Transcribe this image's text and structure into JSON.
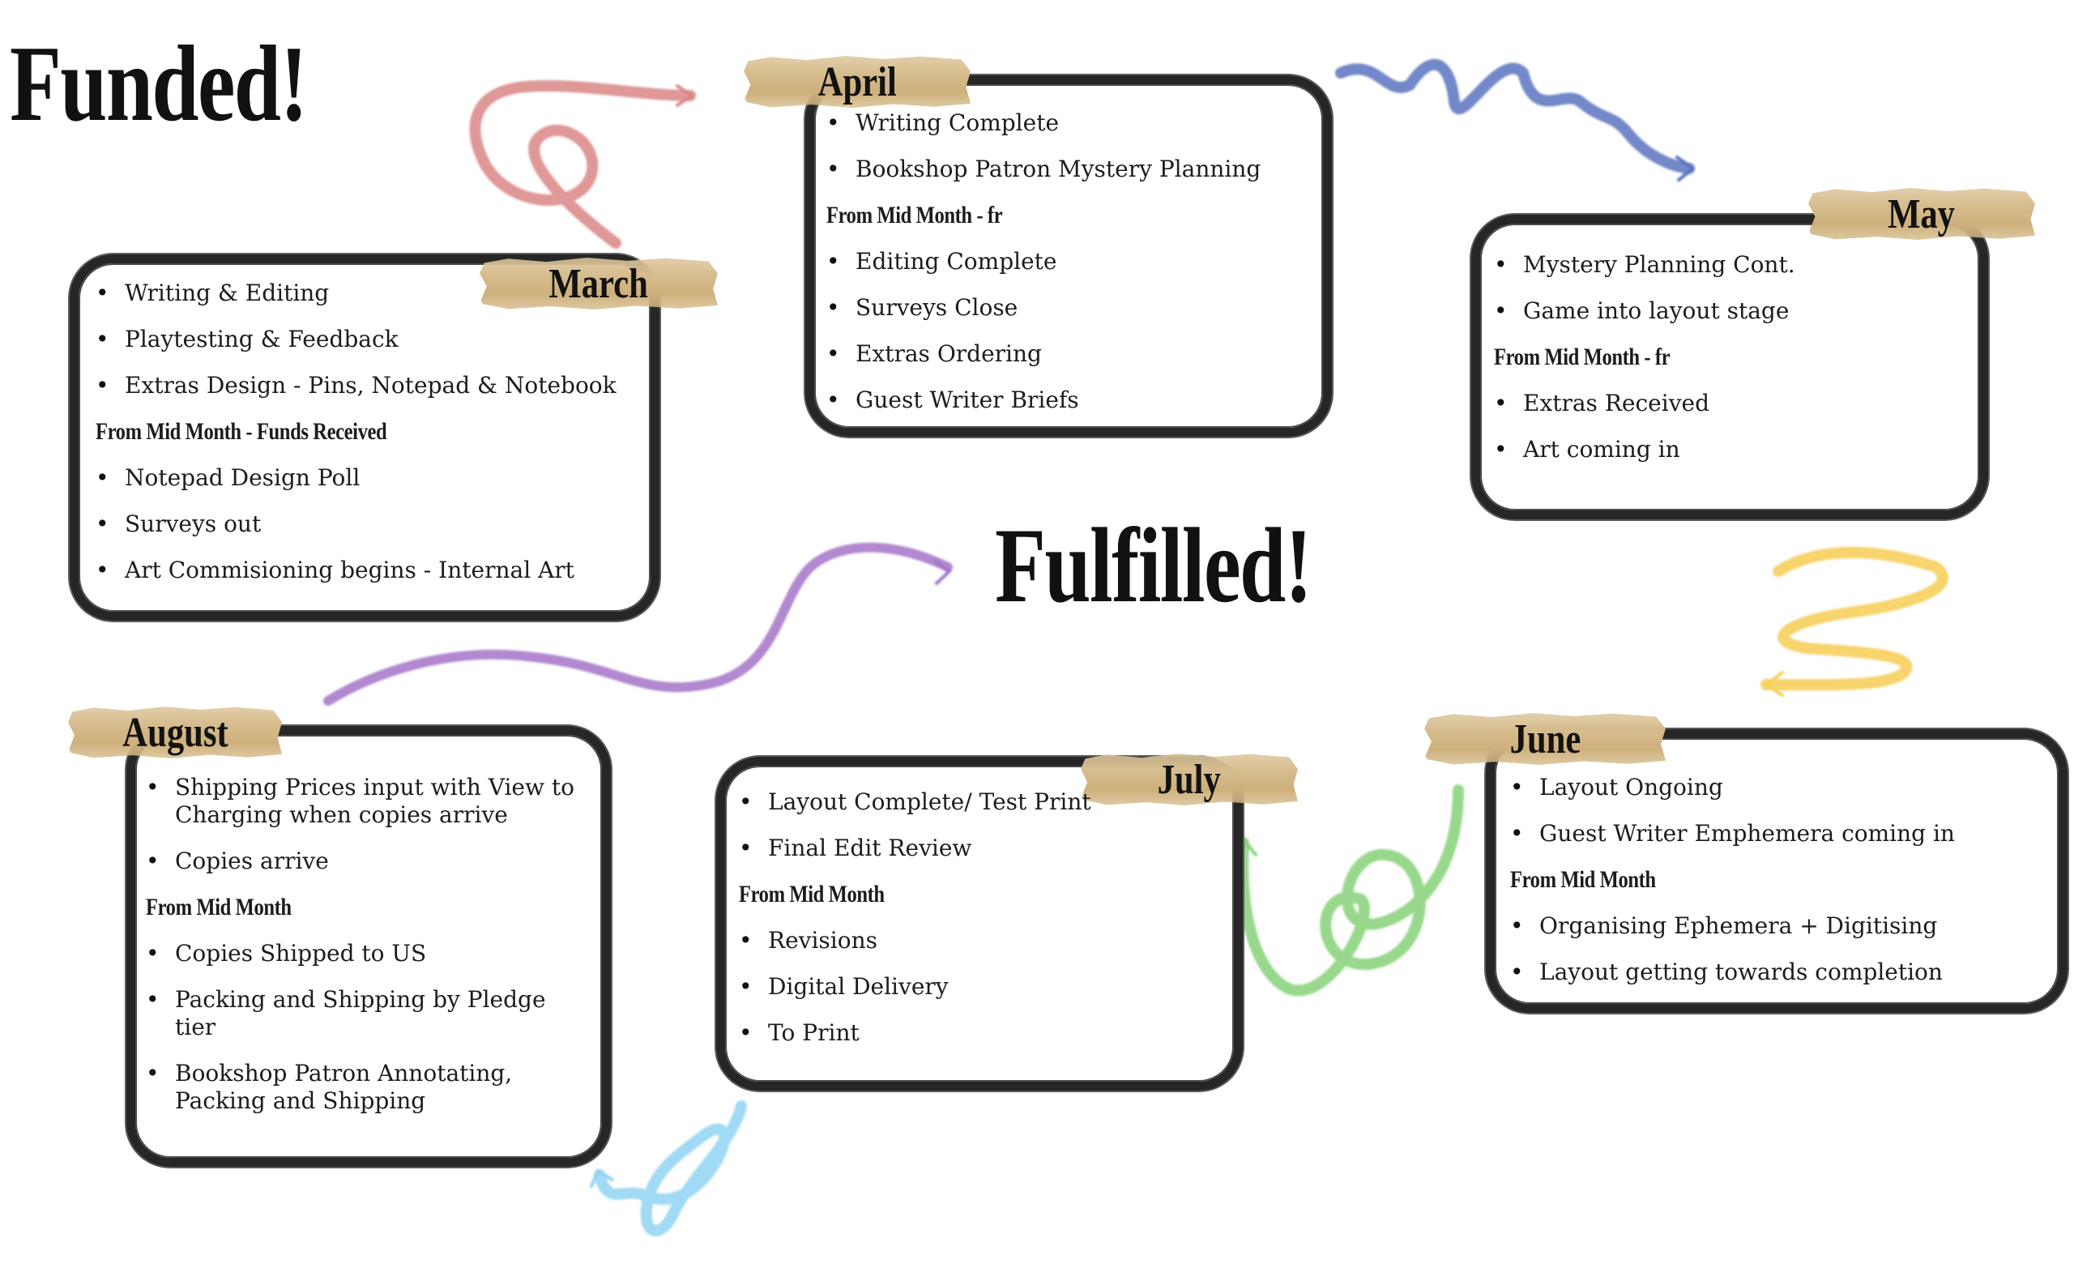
{
  "titles": {
    "funded": "Funded!",
    "fulfilled": "Fulfilled!"
  },
  "months": {
    "march": {
      "label": "March",
      "items": [
        {
          "kind": "bullet",
          "text": "Writing & Editing"
        },
        {
          "kind": "bullet",
          "text": "Playtesting & Feedback"
        },
        {
          "kind": "bullet",
          "text": "Extras Design - Pins, Notepad & Notebook"
        },
        {
          "kind": "subhead",
          "text": "From Mid Month - Funds Received"
        },
        {
          "kind": "bullet",
          "text": "Notepad Design Poll"
        },
        {
          "kind": "bullet",
          "text": "Surveys out"
        },
        {
          "kind": "bullet",
          "text": "Art Commisioning begins - Internal Art"
        }
      ]
    },
    "april": {
      "label": "April",
      "items": [
        {
          "kind": "bullet",
          "text": "Writing Complete"
        },
        {
          "kind": "bullet",
          "text": "Bookshop Patron Mystery Planning"
        },
        {
          "kind": "subhead",
          "text": "From Mid Month - fr"
        },
        {
          "kind": "bullet",
          "text": "Editing Complete"
        },
        {
          "kind": "bullet",
          "text": "Surveys Close"
        },
        {
          "kind": "bullet",
          "text": "Extras Ordering"
        },
        {
          "kind": "bullet",
          "text": "Guest Writer Briefs"
        }
      ]
    },
    "may": {
      "label": "May",
      "items": [
        {
          "kind": "bullet",
          "text": "Mystery Planning Cont."
        },
        {
          "kind": "bullet",
          "text": "Game into layout stage"
        },
        {
          "kind": "subhead",
          "text": "From Mid Month - fr"
        },
        {
          "kind": "bullet",
          "text": "Extras Received"
        },
        {
          "kind": "bullet",
          "text": "Art coming in"
        }
      ]
    },
    "june": {
      "label": "June",
      "items": [
        {
          "kind": "bullet",
          "text": "Layout Ongoing"
        },
        {
          "kind": "bullet",
          "text": "Guest Writer Emphemera coming in"
        },
        {
          "kind": "subhead",
          "text": "From Mid Month"
        },
        {
          "kind": "bullet",
          "text": "Organising Ephemera + Digitising"
        },
        {
          "kind": "bullet",
          "text": "Layout getting towards completion"
        }
      ]
    },
    "july": {
      "label": "July",
      "items": [
        {
          "kind": "bullet",
          "text": "Layout Complete/ Test Print"
        },
        {
          "kind": "bullet",
          "text": "Final Edit Review"
        },
        {
          "kind": "subhead",
          "text": "From Mid Month"
        },
        {
          "kind": "bullet",
          "text": "Revisions"
        },
        {
          "kind": "bullet",
          "text": "Digital Delivery"
        },
        {
          "kind": "bullet",
          "text": "To Print"
        }
      ]
    },
    "august": {
      "label": "August",
      "items": [
        {
          "kind": "bullet",
          "text": "Shipping Prices input with View to Charging when copies arrive"
        },
        {
          "kind": "bullet",
          "text": "Copies arrive"
        },
        {
          "kind": "subhead",
          "text": "From Mid Month"
        },
        {
          "kind": "bullet",
          "text": "Copies Shipped to US"
        },
        {
          "kind": "bullet",
          "text": "Packing and Shipping by Pledge tier"
        },
        {
          "kind": "bullet",
          "text": "Bookshop Patron Annotating, Packing and Shipping"
        }
      ]
    }
  },
  "arrow_colors": {
    "march_to_april": "#d98585",
    "april_to_may": "#5a73c0",
    "may_to_june": "#f7cf5c",
    "june_to_july": "#86d178",
    "july_to_august": "#8fd3f2",
    "august_to_fulfilled": "#a574c8"
  }
}
